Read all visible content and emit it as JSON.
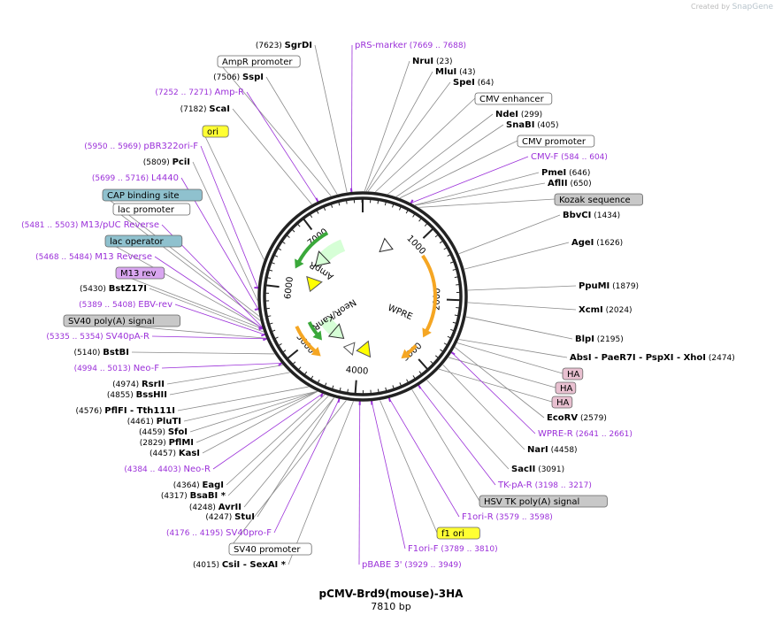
{
  "credit": {
    "prefix": "Created by",
    "brand": "SnapGene"
  },
  "plasmid": {
    "name": "pCMV-Brd9(mouse)-3HA",
    "length_label": "7810 bp",
    "length": 7810
  },
  "colors": {
    "primer": "#9b30d9",
    "black": "#000000",
    "feature_yellow": "#ffff33",
    "feature_blue": "#8fc1ce",
    "feature_grey": "#c8c8c8",
    "feature_pink": "#e8c0d0",
    "feature_purple": "#d9a6f0",
    "cds_orange": "#f5a623",
    "cds_green": "#3aa83a",
    "promoter_fill": "#d6ffd6",
    "arrow_yellow": "#ffff00"
  },
  "ticks": [
    "1000",
    "2000",
    "3000",
    "4000",
    "5000",
    "6000",
    "7000"
  ],
  "inner_features": [
    {
      "label": "AmpR"
    },
    {
      "label": "NeoR/KanR"
    },
    {
      "label": "WPRE"
    }
  ],
  "labels": [
    {
      "kind": "site",
      "pos": "(7623)",
      "name": "SgrDI"
    },
    {
      "kind": "primer",
      "name": "pRS-marker",
      "range": "(7669 .. 7688)"
    },
    {
      "kind": "box",
      "name": "AmpR promoter",
      "style": "white"
    },
    {
      "kind": "site",
      "name": "NruI",
      "pos": "(23)"
    },
    {
      "kind": "site",
      "pos": "(7506)",
      "name": "SspI"
    },
    {
      "kind": "site",
      "name": "MluI",
      "pos": "(43)"
    },
    {
      "kind": "primer",
      "range": "(7252 .. 7271)",
      "name": "Amp-R"
    },
    {
      "kind": "site",
      "name": "SpeI",
      "pos": "(64)"
    },
    {
      "kind": "box",
      "name": "CMV enhancer",
      "style": "white"
    },
    {
      "kind": "site",
      "pos": "(7182)",
      "name": "ScaI"
    },
    {
      "kind": "site",
      "name": "NdeI",
      "pos": "(299)"
    },
    {
      "kind": "site",
      "name": "SnaBI",
      "pos": "(405)"
    },
    {
      "kind": "box",
      "name": "ori",
      "style": "yellow"
    },
    {
      "kind": "box",
      "name": "CMV promoter",
      "style": "white"
    },
    {
      "kind": "primer",
      "range": "(5950 .. 5969)",
      "name": "pBR322ori-F"
    },
    {
      "kind": "primer",
      "name": "CMV-F",
      "range": "(584 .. 604)"
    },
    {
      "kind": "site",
      "pos": "(5809)",
      "name": "PciI"
    },
    {
      "kind": "site",
      "name": "PmeI",
      "pos": "(646)"
    },
    {
      "kind": "primer",
      "range": "(5699 .. 5716)",
      "name": "L4440"
    },
    {
      "kind": "site",
      "name": "AflII",
      "pos": "(650)"
    },
    {
      "kind": "box",
      "name": "CAP binding site",
      "style": "blue"
    },
    {
      "kind": "box",
      "name": "Kozak sequence",
      "style": "grey"
    },
    {
      "kind": "box",
      "name": "lac promoter",
      "style": "white"
    },
    {
      "kind": "site",
      "name": "BbvCI",
      "pos": "(1434)"
    },
    {
      "kind": "primer",
      "range": "(5481 .. 5503)",
      "name": "M13/pUC Reverse"
    },
    {
      "kind": "box",
      "name": "lac operator",
      "style": "blue"
    },
    {
      "kind": "site",
      "name": "AgeI",
      "pos": "(1626)"
    },
    {
      "kind": "primer",
      "range": "(5468 .. 5484)",
      "name": "M13 Reverse"
    },
    {
      "kind": "box",
      "name": "M13 rev",
      "style": "purple"
    },
    {
      "kind": "site",
      "name": "PpuMI",
      "pos": "(1879)"
    },
    {
      "kind": "site",
      "pos": "(5430)",
      "name": "BstZ17I"
    },
    {
      "kind": "primer",
      "range": "(5389 .. 5408)",
      "name": "EBV-rev"
    },
    {
      "kind": "site",
      "name": "XcmI",
      "pos": "(2024)"
    },
    {
      "kind": "box",
      "name": "SV40 poly(A) signal",
      "style": "grey"
    },
    {
      "kind": "primer",
      "range": "(5335 .. 5354)",
      "name": "SV40pA-R"
    },
    {
      "kind": "site",
      "name": "BlpI",
      "pos": "(2195)"
    },
    {
      "kind": "site",
      "pos": "(5140)",
      "name": "BstBI"
    },
    {
      "kind": "multisite",
      "names": [
        "AbsI",
        "PaeR7I",
        "PspXI",
        "XhoI"
      ],
      "pos": "(2474)"
    },
    {
      "kind": "primer",
      "range": "(4994 .. 5013)",
      "name": "Neo-F"
    },
    {
      "kind": "box",
      "name": "HA",
      "style": "pink"
    },
    {
      "kind": "site",
      "pos": "(4974)",
      "name": "RsrII"
    },
    {
      "kind": "box",
      "name": "HA",
      "style": "pink"
    },
    {
      "kind": "site",
      "pos": "(4855)",
      "name": "BssHII"
    },
    {
      "kind": "box",
      "name": "HA",
      "style": "pink"
    },
    {
      "kind": "multisite",
      "pos": "(4576)",
      "names": [
        "PflFI",
        "Tth111I"
      ]
    },
    {
      "kind": "site",
      "name": "EcoRV",
      "pos": "(2579)"
    },
    {
      "kind": "site",
      "pos": "(4461)",
      "name": "PluTI"
    },
    {
      "kind": "primer",
      "name": "WPRE-R",
      "range": "(2641 .. 2661)"
    },
    {
      "kind": "site",
      "pos": "(4459)",
      "name": "SfoI"
    },
    {
      "kind": "site",
      "pos": "(4458)",
      "name": "NarI"
    },
    {
      "kind": "site",
      "name": "PflMI",
      "pos": "(2829)"
    },
    {
      "kind": "site",
      "pos": "(4457)",
      "name": "KasI"
    },
    {
      "kind": "primer",
      "range": "(4384 .. 4403)",
      "name": "Neo-R"
    },
    {
      "kind": "site",
      "name": "SacII",
      "pos": "(3091)"
    },
    {
      "kind": "site",
      "pos": "(4364)",
      "name": "EagI"
    },
    {
      "kind": "primer",
      "name": "TK-pA-R",
      "range": "(3198 .. 3217)"
    },
    {
      "kind": "site",
      "pos": "(4317)",
      "name": "BsaBI",
      "star": "*"
    },
    {
      "kind": "box",
      "name": "HSV TK poly(A) signal",
      "style": "grey"
    },
    {
      "kind": "site",
      "pos": "(4248)",
      "name": "AvrII"
    },
    {
      "kind": "site",
      "pos": "(4247)",
      "name": "StuI"
    },
    {
      "kind": "primer",
      "name": "F1ori-R",
      "range": "(3579 .. 3598)"
    },
    {
      "kind": "primer",
      "range": "(4176 .. 4195)",
      "name": "SV40pro-F"
    },
    {
      "kind": "box",
      "name": "f1 ori",
      "style": "yellow"
    },
    {
      "kind": "primer",
      "name": "F1ori-F",
      "range": "(3789 .. 3810)"
    },
    {
      "kind": "box",
      "name": "SV40 promoter",
      "style": "white"
    },
    {
      "kind": "multisite",
      "pos": "(4015)",
      "names": [
        "CsiI",
        "SexAI"
      ],
      "star": "*"
    },
    {
      "kind": "primer",
      "name": "pBABE 3'",
      "range": "(3929 .. 3949)"
    }
  ]
}
